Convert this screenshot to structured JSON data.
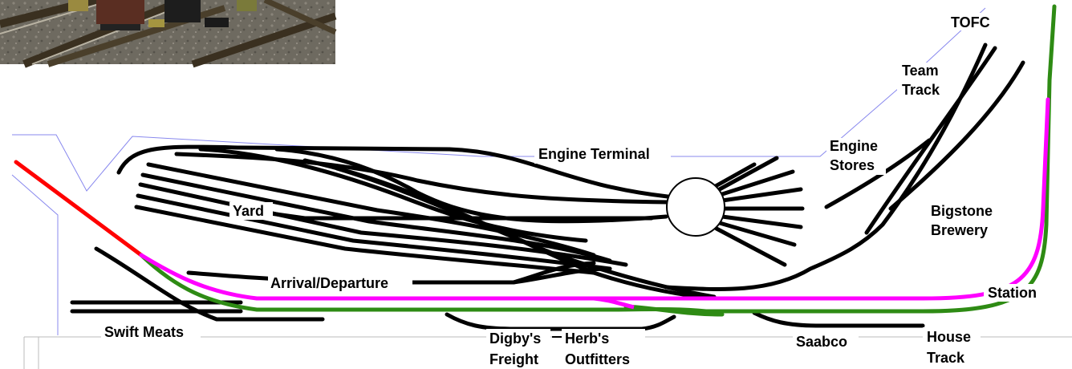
{
  "colors": {
    "background": "#ffffff",
    "track": "#000000",
    "main_line": "#2e8b14",
    "passenger_route": "#ff00ff",
    "staging_lead": "#ff0000",
    "wall_outline": "#8888ee",
    "benchwork_edge": "#bbbbbb"
  },
  "photo_inset": {
    "description_icon": "photo-inset"
  },
  "labels": {
    "tofc": "TOFC",
    "team_track_1": "Team",
    "team_track_2": "Track",
    "engine_terminal": "Engine Terminal",
    "engine_stores_1": "Engine",
    "engine_stores_2": "Stores",
    "yard": "Yard",
    "bigstone_1": "Bigstone",
    "bigstone_2": "Brewery",
    "arrival_departure": "Arrival/Departure",
    "station": "Station",
    "swift_meats": "Swift Meats",
    "digbys_1": "Digby's",
    "digbys_2": "Freight",
    "herbs_1": "Herb's",
    "herbs_2": "Outfitters",
    "saabco": "Saabco",
    "house_track_1": "House",
    "house_track_2": "Track"
  }
}
